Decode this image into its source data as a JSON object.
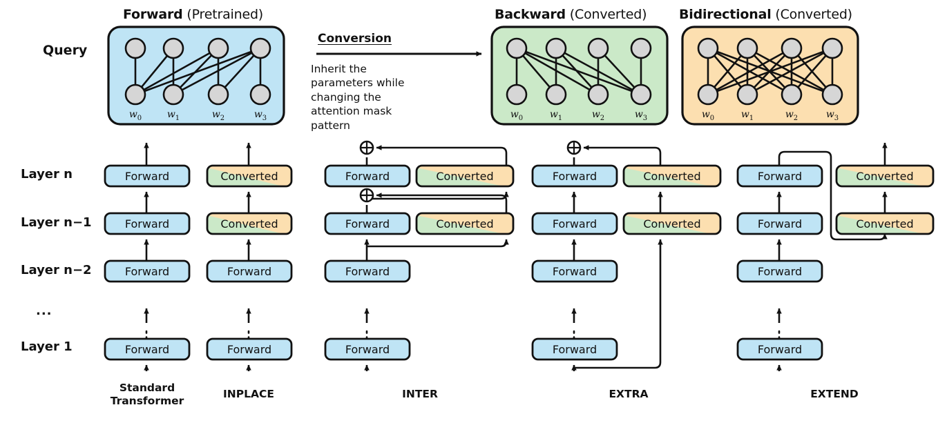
{
  "figure": {
    "top_panels": [
      {
        "id": "forward",
        "title_bold": "Forward",
        "title_rest": " (Pretrained)",
        "fill": "#bfe4f5",
        "stroke": "#111",
        "tokens": [
          "w0",
          "w1",
          "w2",
          "w3"
        ],
        "pattern": "causal",
        "edges": [
          [
            0,
            0
          ],
          [
            1,
            0
          ],
          [
            1,
            1
          ],
          [
            2,
            0
          ],
          [
            2,
            1
          ],
          [
            2,
            2
          ],
          [
            3,
            0
          ],
          [
            3,
            1
          ],
          [
            3,
            2
          ],
          [
            3,
            3
          ]
        ]
      },
      {
        "id": "backward",
        "title_bold": "Backward",
        "title_rest": " (Converted)",
        "fill": "#cbe9c8",
        "stroke": "#111",
        "tokens": [
          "w0",
          "w1",
          "w2",
          "w3"
        ],
        "pattern": "anti-causal",
        "edges": [
          [
            0,
            0
          ],
          [
            0,
            1
          ],
          [
            0,
            2
          ],
          [
            0,
            3
          ],
          [
            1,
            1
          ],
          [
            1,
            2
          ],
          [
            1,
            3
          ],
          [
            2,
            2
          ],
          [
            2,
            3
          ],
          [
            3,
            3
          ]
        ]
      },
      {
        "id": "bidirectional",
        "title_bold": "Bidirectional",
        "title_rest": " (Converted)",
        "fill": "#fcdfb0",
        "stroke": "#111",
        "tokens": [
          "w0",
          "w1",
          "w2",
          "w3"
        ],
        "pattern": "full",
        "edges": [
          [
            0,
            0
          ],
          [
            0,
            1
          ],
          [
            0,
            2
          ],
          [
            0,
            3
          ],
          [
            1,
            0
          ],
          [
            1,
            1
          ],
          [
            1,
            2
          ],
          [
            1,
            3
          ],
          [
            2,
            0
          ],
          [
            2,
            1
          ],
          [
            2,
            2
          ],
          [
            2,
            3
          ],
          [
            3,
            0
          ],
          [
            3,
            1
          ],
          [
            3,
            2
          ],
          [
            3,
            3
          ]
        ]
      }
    ],
    "query_label": "Query",
    "conversion": {
      "heading": "Conversion",
      "body": "Inherit the parameters while changing the attention mask pattern"
    },
    "row_labels": [
      "Layer n",
      "Layer n−1",
      "Layer n−2",
      "...",
      "Layer 1"
    ],
    "block_labels": {
      "forward": "Forward",
      "converted": "Converted"
    },
    "columns": [
      {
        "id": "standard",
        "label": "Standard\nTransformer",
        "label_line1": "Standard",
        "label_line2": "Transformer",
        "main": [
          "Forward",
          "Forward",
          "Forward",
          "Forward"
        ],
        "side": []
      },
      {
        "id": "inplace",
        "label": "INPLACE",
        "label_line1": "INPLACE",
        "label_line2": "",
        "main": [
          "Converted",
          "Converted",
          "Forward",
          "Forward"
        ],
        "side": []
      },
      {
        "id": "inter",
        "label": "INTER",
        "label_line1": "INTER",
        "label_line2": "",
        "main": [
          "Forward",
          "Forward",
          "Forward",
          "Forward"
        ],
        "side": [
          "Converted",
          "Converted"
        ]
      },
      {
        "id": "extra",
        "label": "EXTRA",
        "label_line1": "EXTRA",
        "label_line2": "",
        "main": [
          "Forward",
          "Forward",
          "Forward",
          "Forward"
        ],
        "side": [
          "Converted",
          "Converted"
        ]
      },
      {
        "id": "extend",
        "label": "EXTEND",
        "label_line1": "EXTEND",
        "label_line2": "",
        "main": [
          "Forward",
          "Forward",
          "Forward",
          "Forward"
        ],
        "side": [
          "Converted",
          "Converted"
        ]
      }
    ],
    "colors": {
      "blue_fill": "#bfe4f5",
      "green_fill": "#cbe9c8",
      "orange_fill": "#fcdfb0",
      "node_fill": "#d6d6d6",
      "stroke": "#111111",
      "background": "#ffffff"
    },
    "merge_symbol": "⊕"
  }
}
